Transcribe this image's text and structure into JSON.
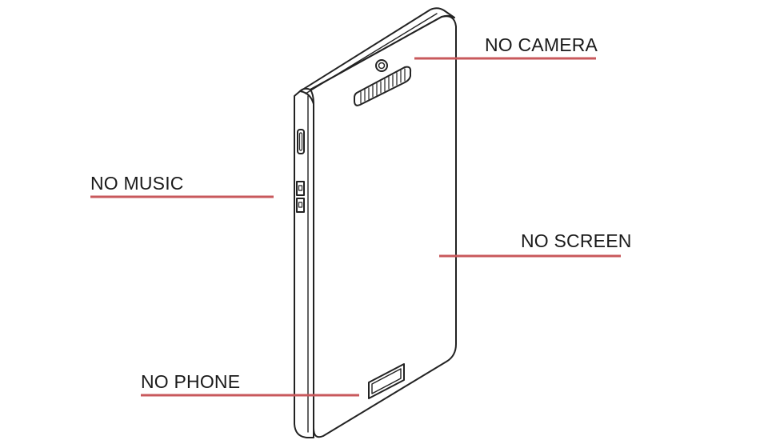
{
  "colors": {
    "leader_line": "#c8595c",
    "outline": "#222222",
    "label_text": "#1a1a1a"
  },
  "callouts": {
    "camera": {
      "label": "NO CAMERA"
    },
    "music": {
      "label": "NO MUSIC"
    },
    "screen": {
      "label": "NO SCREEN"
    },
    "phone": {
      "label": "NO PHONE"
    }
  }
}
